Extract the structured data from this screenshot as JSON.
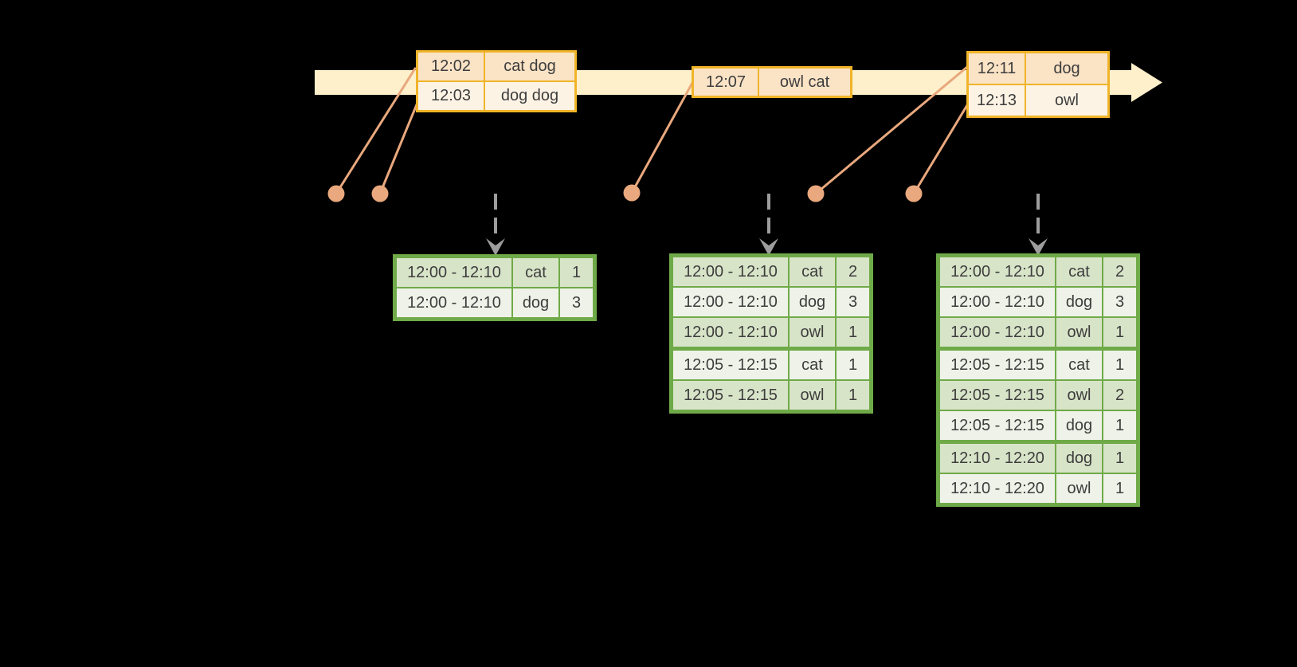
{
  "colors": {
    "background": "#000000",
    "timeline_band": "#fdf0cb",
    "event_table_border": "#f0b429",
    "event_row_dark": "#fbe3c6",
    "event_row_light": "#fdf3e5",
    "event_connector": "#e9a87d",
    "result_table_border": "#6faa48",
    "result_row_dark": "#d8e4c8",
    "result_row_light": "#eef2e8",
    "trigger_arrow": "#9d9d9d",
    "text": "#3d3d3d"
  },
  "event_tables": [
    {
      "rows": [
        {
          "time": "12:02",
          "words": "cat dog"
        },
        {
          "time": "12:03",
          "words": "dog dog"
        }
      ]
    },
    {
      "rows": [
        {
          "time": "12:07",
          "words": "owl cat"
        }
      ]
    },
    {
      "rows": [
        {
          "time": "12:11",
          "words": "dog"
        },
        {
          "time": "12:13",
          "words": "owl"
        }
      ]
    }
  ],
  "result_tables": [
    {
      "rows": [
        {
          "window": "12:00 - 12:10",
          "word": "cat",
          "count": "1"
        },
        {
          "window": "12:00 - 12:10",
          "word": "dog",
          "count": "3"
        }
      ]
    },
    {
      "rows": [
        {
          "window": "12:00 - 12:10",
          "word": "cat",
          "count": "2"
        },
        {
          "window": "12:00 - 12:10",
          "word": "dog",
          "count": "3"
        },
        {
          "window": "12:00 - 12:10",
          "word": "owl",
          "count": "1"
        },
        {
          "window": "12:05 - 12:15",
          "word": "cat",
          "count": "1"
        },
        {
          "window": "12:05 - 12:15",
          "word": "owl",
          "count": "1"
        }
      ]
    },
    {
      "rows": [
        {
          "window": "12:00 - 12:10",
          "word": "cat",
          "count": "2"
        },
        {
          "window": "12:00 - 12:10",
          "word": "dog",
          "count": "3"
        },
        {
          "window": "12:00 - 12:10",
          "word": "owl",
          "count": "1"
        },
        {
          "window": "12:05 - 12:15",
          "word": "cat",
          "count": "1"
        },
        {
          "window": "12:05 - 12:15",
          "word": "owl",
          "count": "2"
        },
        {
          "window": "12:05 - 12:15",
          "word": "dog",
          "count": "1"
        },
        {
          "window": "12:10 - 12:20",
          "word": "dog",
          "count": "1"
        },
        {
          "window": "12:10 - 12:20",
          "word": "owl",
          "count": "1"
        }
      ]
    }
  ]
}
